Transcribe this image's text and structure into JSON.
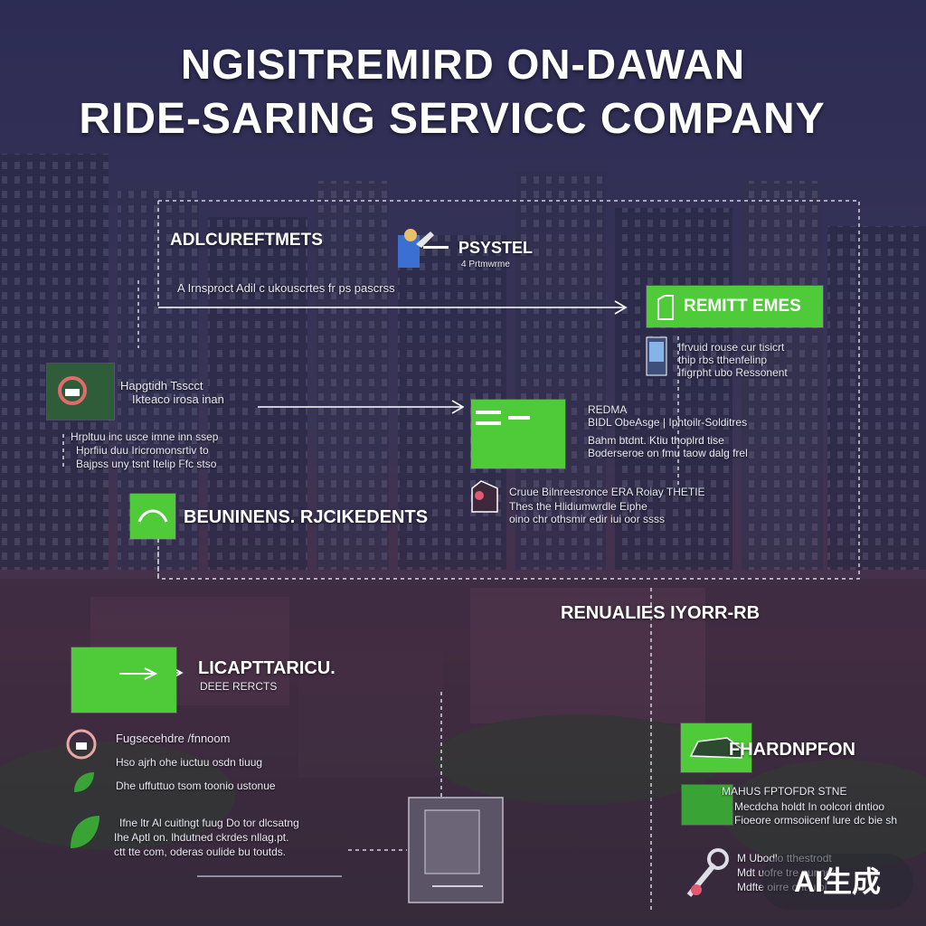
{
  "title": {
    "line1": "NGISITREMIRD ON-DAWAN",
    "line2": "RIDE-SARING SERVICC COMPANY"
  },
  "sections": {
    "adlcureftmets": {
      "heading": "ADLCUREFTMETS",
      "text": "A Irnsproct Adil c ukouscrtes fr ps pascrss"
    },
    "psystel": {
      "heading": "PSYSTEL",
      "sub": "4 Prtmwrme"
    },
    "remitt": {
      "label": "REMITT EMES",
      "lines": [
        "Ifrvuid rouse cur tisicrt",
        "thip rbs tthenfelinp",
        "Ifigrpht ubo Ressonent"
      ]
    },
    "hapgtidh": {
      "heading": "Hapgtidh Tsscct",
      "sub": "Ikteaco irosa inan",
      "lines": [
        "Hrpltuu inc usce imne inn ssep",
        "Hprfiiu duu Iricromonsrtiv to",
        "Bajpss uny tsnt Itelip Ffc stso"
      ]
    },
    "redma": {
      "heading": "REDMA",
      "sub": "BIDL ObeAsge | Iphtoilr-Solditres",
      "lines": [
        "Bahm btdnt.     Ktiu thoplrd tise",
        "Boderseroe on fmu taow dalg frel"
      ]
    },
    "cruue": {
      "heading": "Cruue Bilnreesronce ERA Roiay THETIE",
      "lines": [
        "Thes the Hlidiumwrdle Eiphe",
        "oino chr othsmir edir iui oor ssss"
      ]
    },
    "beuninens": {
      "heading": "BEUNINENS. RJCIKEDENTS"
    },
    "renualies": {
      "heading": "RENUALIES IYORR-RB"
    },
    "licapttaricu": {
      "heading": "LICAPTTARICU.",
      "sub": "DEEE RERCTS",
      "lines": [
        "Fugsecehdre   /fnnoom",
        "Hso ajrh ohe iuctuu osdn tiuug",
        "Dhe uffuttuo tsom toonio ustonue"
      ]
    },
    "bottom_left": {
      "lines": [
        "Ifne ltr Al cuitlngt fuug Do tor dlcsatng",
        "Ihe Aptl on. lhdutned  ckrdes nllag.pt.",
        "ctt tte com, oderas oulide  bu toutds."
      ]
    },
    "hardnpfon": {
      "heading": "FHARDNPFON",
      "sub": "MAHUS FPTOFDR STNE",
      "lines": [
        "Mecdcha holdt   In oolcori dntioo",
        "Fioeore ormsoiicenf lure dc bie sh"
      ]
    },
    "bottom_right": {
      "lines": [
        "M Ubodlo tthestrodt",
        "Mdt uofre tre nunnoe",
        "Mdfte oirre ont uioi"
      ]
    }
  },
  "watermark": "AI生成",
  "colors": {
    "background": "#2e2a4c",
    "accent_green": "#4fcb3a",
    "text": "#ffffff"
  }
}
